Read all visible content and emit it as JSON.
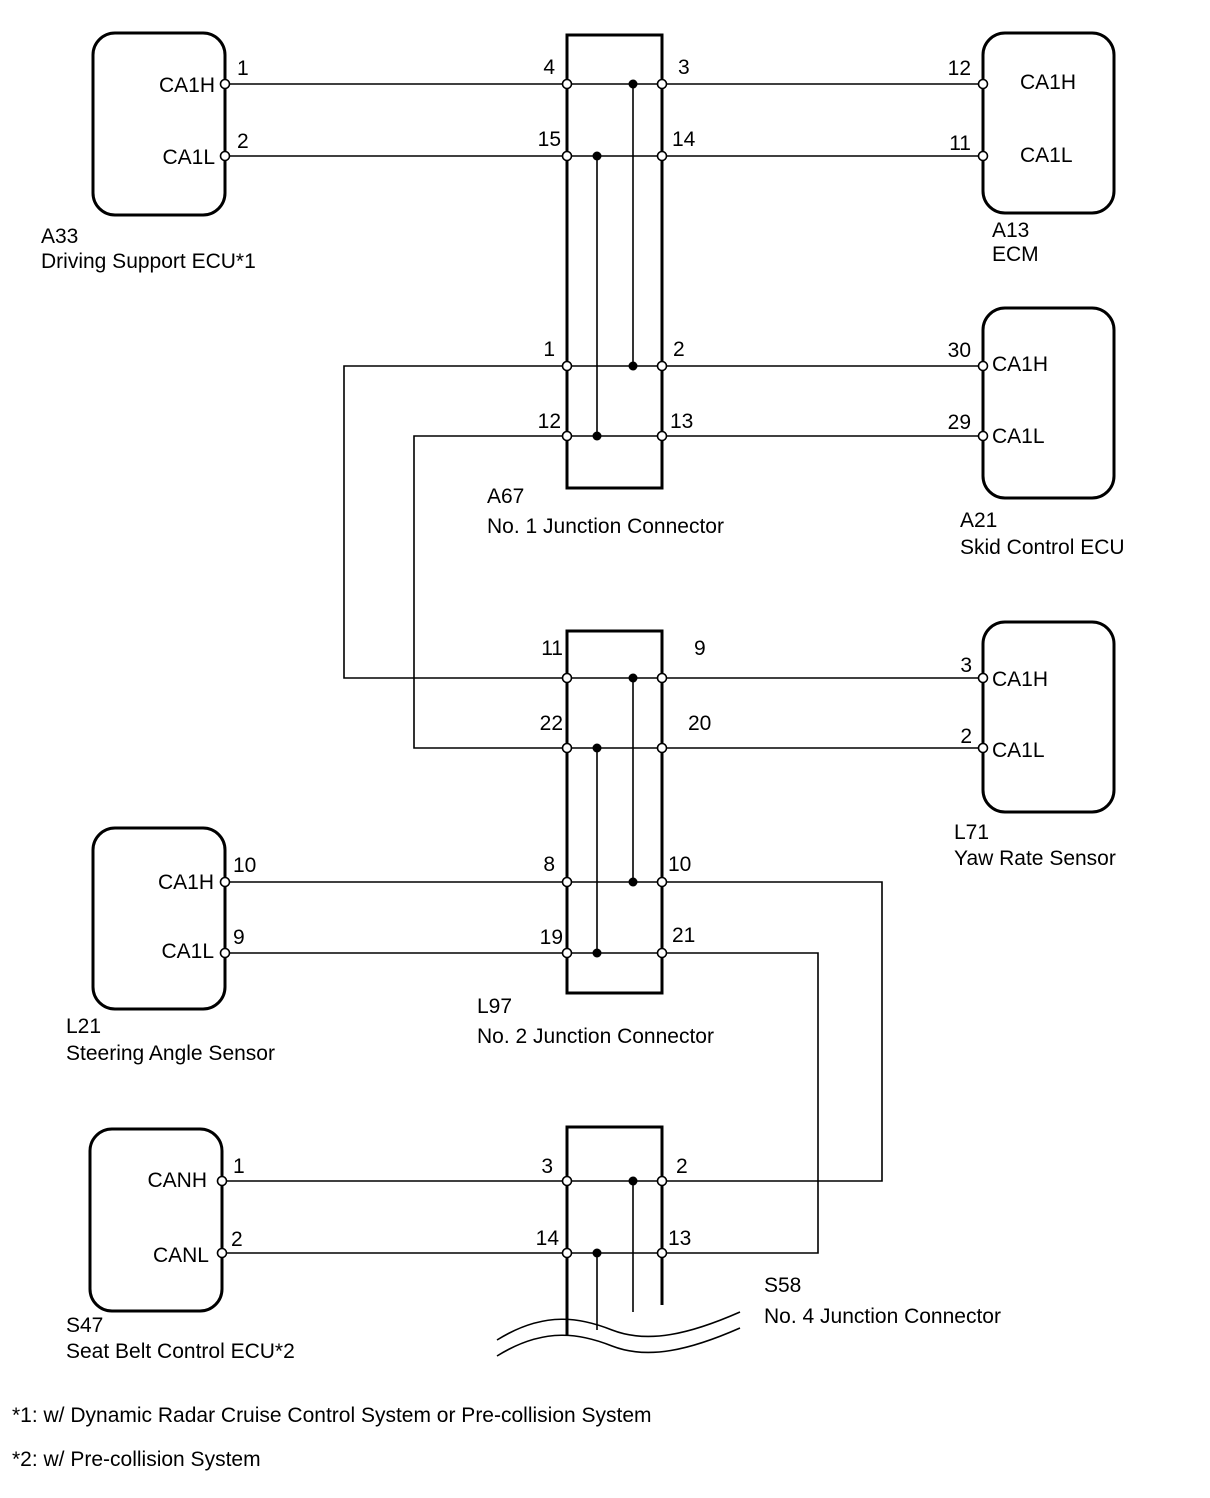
{
  "components": {
    "a33": {
      "code": "A33",
      "name": "Driving Support ECU*1",
      "pin_h": "1",
      "pin_l": "2",
      "sig_h": "CA1H",
      "sig_l": "CA1L"
    },
    "a13": {
      "code": "A13",
      "name": "ECM",
      "pin_h": "12",
      "pin_l": "11",
      "sig_h": "CA1H",
      "sig_l": "CA1L"
    },
    "a21": {
      "code": "A21",
      "name": "Skid Control ECU",
      "pin_h": "30",
      "pin_l": "29",
      "sig_h": "CA1H",
      "sig_l": "CA1L"
    },
    "l71": {
      "code": "L71",
      "name": "Yaw Rate Sensor",
      "pin_h": "3",
      "pin_l": "2",
      "sig_h": "CA1H",
      "sig_l": "CA1L"
    },
    "l21": {
      "code": "L21",
      "name": "Steering Angle Sensor",
      "pin_h": "10",
      "pin_l": "9",
      "sig_h": "CA1H",
      "sig_l": "CA1L"
    },
    "s47": {
      "code": "S47",
      "name": "Seat Belt Control ECU*2",
      "pin_h": "1",
      "pin_l": "2",
      "sig_h": "CANH",
      "sig_l": "CANL"
    }
  },
  "junctions": {
    "a67": {
      "code": "A67",
      "name": "No. 1 Junction Connector",
      "pins": {
        "p4": "4",
        "p3": "3",
        "p15": "15",
        "p14": "14",
        "p1": "1",
        "p2": "2",
        "p12": "12",
        "p13": "13"
      }
    },
    "l97": {
      "code": "L97",
      "name": "No. 2 Junction Connector",
      "pins": {
        "p11": "11",
        "p9": "9",
        "p22": "22",
        "p20": "20",
        "p8": "8",
        "p10": "10",
        "p19": "19",
        "p21": "21"
      }
    },
    "s58": {
      "code": "S58",
      "name": "No. 4 Junction Connector",
      "pins": {
        "p3": "3",
        "p2": "2",
        "p14": "14",
        "p13": "13"
      }
    }
  },
  "footnotes": {
    "note1": "*1: w/ Dynamic Radar Cruise Control System or Pre-collision System",
    "note2": "*2: w/ Pre-collision System"
  }
}
